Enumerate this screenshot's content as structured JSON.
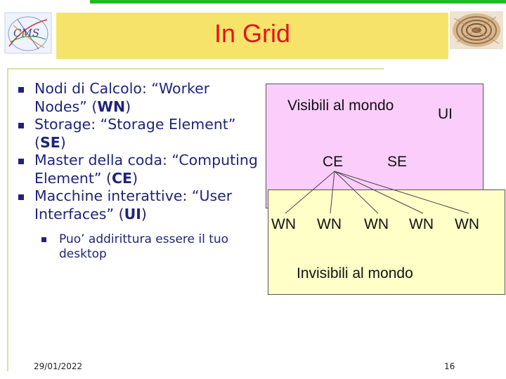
{
  "slide": {
    "title": "In Grid",
    "bullets": [
      {
        "parts": [
          "Nodi di Calcolo: “Worker Nodes” (",
          "WN",
          ")"
        ]
      },
      {
        "parts": [
          "Storage: “Storage Element” (",
          "SE",
          ")"
        ]
      },
      {
        "parts": [
          "Master della coda: “Computing Element” (",
          "CE",
          ")"
        ]
      },
      {
        "parts": [
          "Macchine interattive: “User Interfaces” (",
          "UI",
          ")"
        ]
      }
    ],
    "sub_bullet": "Puo’ addirittura essere il tuo desktop",
    "footer": {
      "date": "29/01/2022",
      "page": "16"
    },
    "colors": {
      "title": "#e8101c",
      "title_bg": "#f6e46a",
      "bullet_text": "#1f2478",
      "visible_box": "#fbcdfb",
      "invisible_box": "#ffffc8",
      "top_bar": "#22bb22"
    }
  },
  "diagram": {
    "visible_label": "Visibili al mondo",
    "invisible_label": "Invisibili al mondo",
    "ui": "UI",
    "ce": "CE",
    "se": "SE",
    "workers": [
      "WN",
      "WN",
      "WN",
      "WN",
      "WN"
    ]
  },
  "images": {
    "logo_icon": "cms-logo-icon",
    "photo_icon": "tree-rings-photo-icon"
  }
}
